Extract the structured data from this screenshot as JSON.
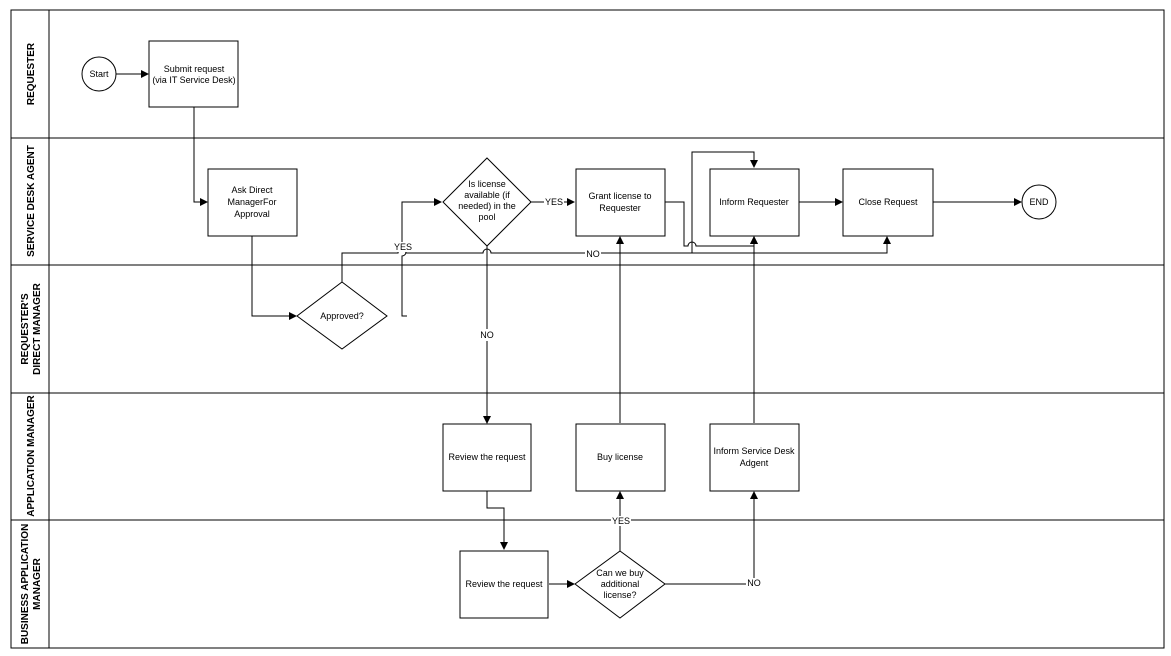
{
  "lanes": [
    {
      "id": "requester",
      "lines": [
        "REQUESTER"
      ]
    },
    {
      "id": "service-desk-agent",
      "lines": [
        "SERVICE DESK AGENT"
      ]
    },
    {
      "id": "direct-manager",
      "lines": [
        "REQUESTER'S",
        "DIRECT MANAGER"
      ]
    },
    {
      "id": "application-manager",
      "lines": [
        "APPLICATION MANAGER"
      ]
    },
    {
      "id": "business-application-manager",
      "lines": [
        "BUSINESS APPLICATION",
        "MANAGER"
      ]
    }
  ],
  "nodes": {
    "start": {
      "lines": [
        "Start"
      ]
    },
    "submit": {
      "lines": [
        "Submit request",
        "(via IT Service Desk)"
      ]
    },
    "ask": {
      "lines": [
        "Ask Direct",
        "ManagerFor",
        "Approval"
      ]
    },
    "approved": {
      "lines": [
        "Approved?"
      ]
    },
    "license_avail": {
      "lines": [
        "Is license",
        "available (if",
        "needed) in the",
        "pool"
      ]
    },
    "grant": {
      "lines": [
        "Grant license to",
        "Requester"
      ]
    },
    "inform": {
      "lines": [
        "Inform Requester"
      ]
    },
    "close": {
      "lines": [
        "Close Request"
      ]
    },
    "end": {
      "lines": [
        "END"
      ]
    },
    "review_app": {
      "lines": [
        "Review the request"
      ]
    },
    "buy": {
      "lines": [
        "Buy license"
      ]
    },
    "inform_sd": {
      "lines": [
        "Inform Service Desk",
        "Adgent"
      ]
    },
    "review_bus": {
      "lines": [
        "Review the request"
      ]
    },
    "can_buy": {
      "lines": [
        "Can we buy",
        "additional",
        "license?"
      ]
    }
  },
  "edge_labels": {
    "yes_approved": "YES",
    "yes_license": "YES",
    "no_approved": "NO",
    "no_license": "NO",
    "yes_buy": "YES",
    "no_buy": "NO"
  }
}
